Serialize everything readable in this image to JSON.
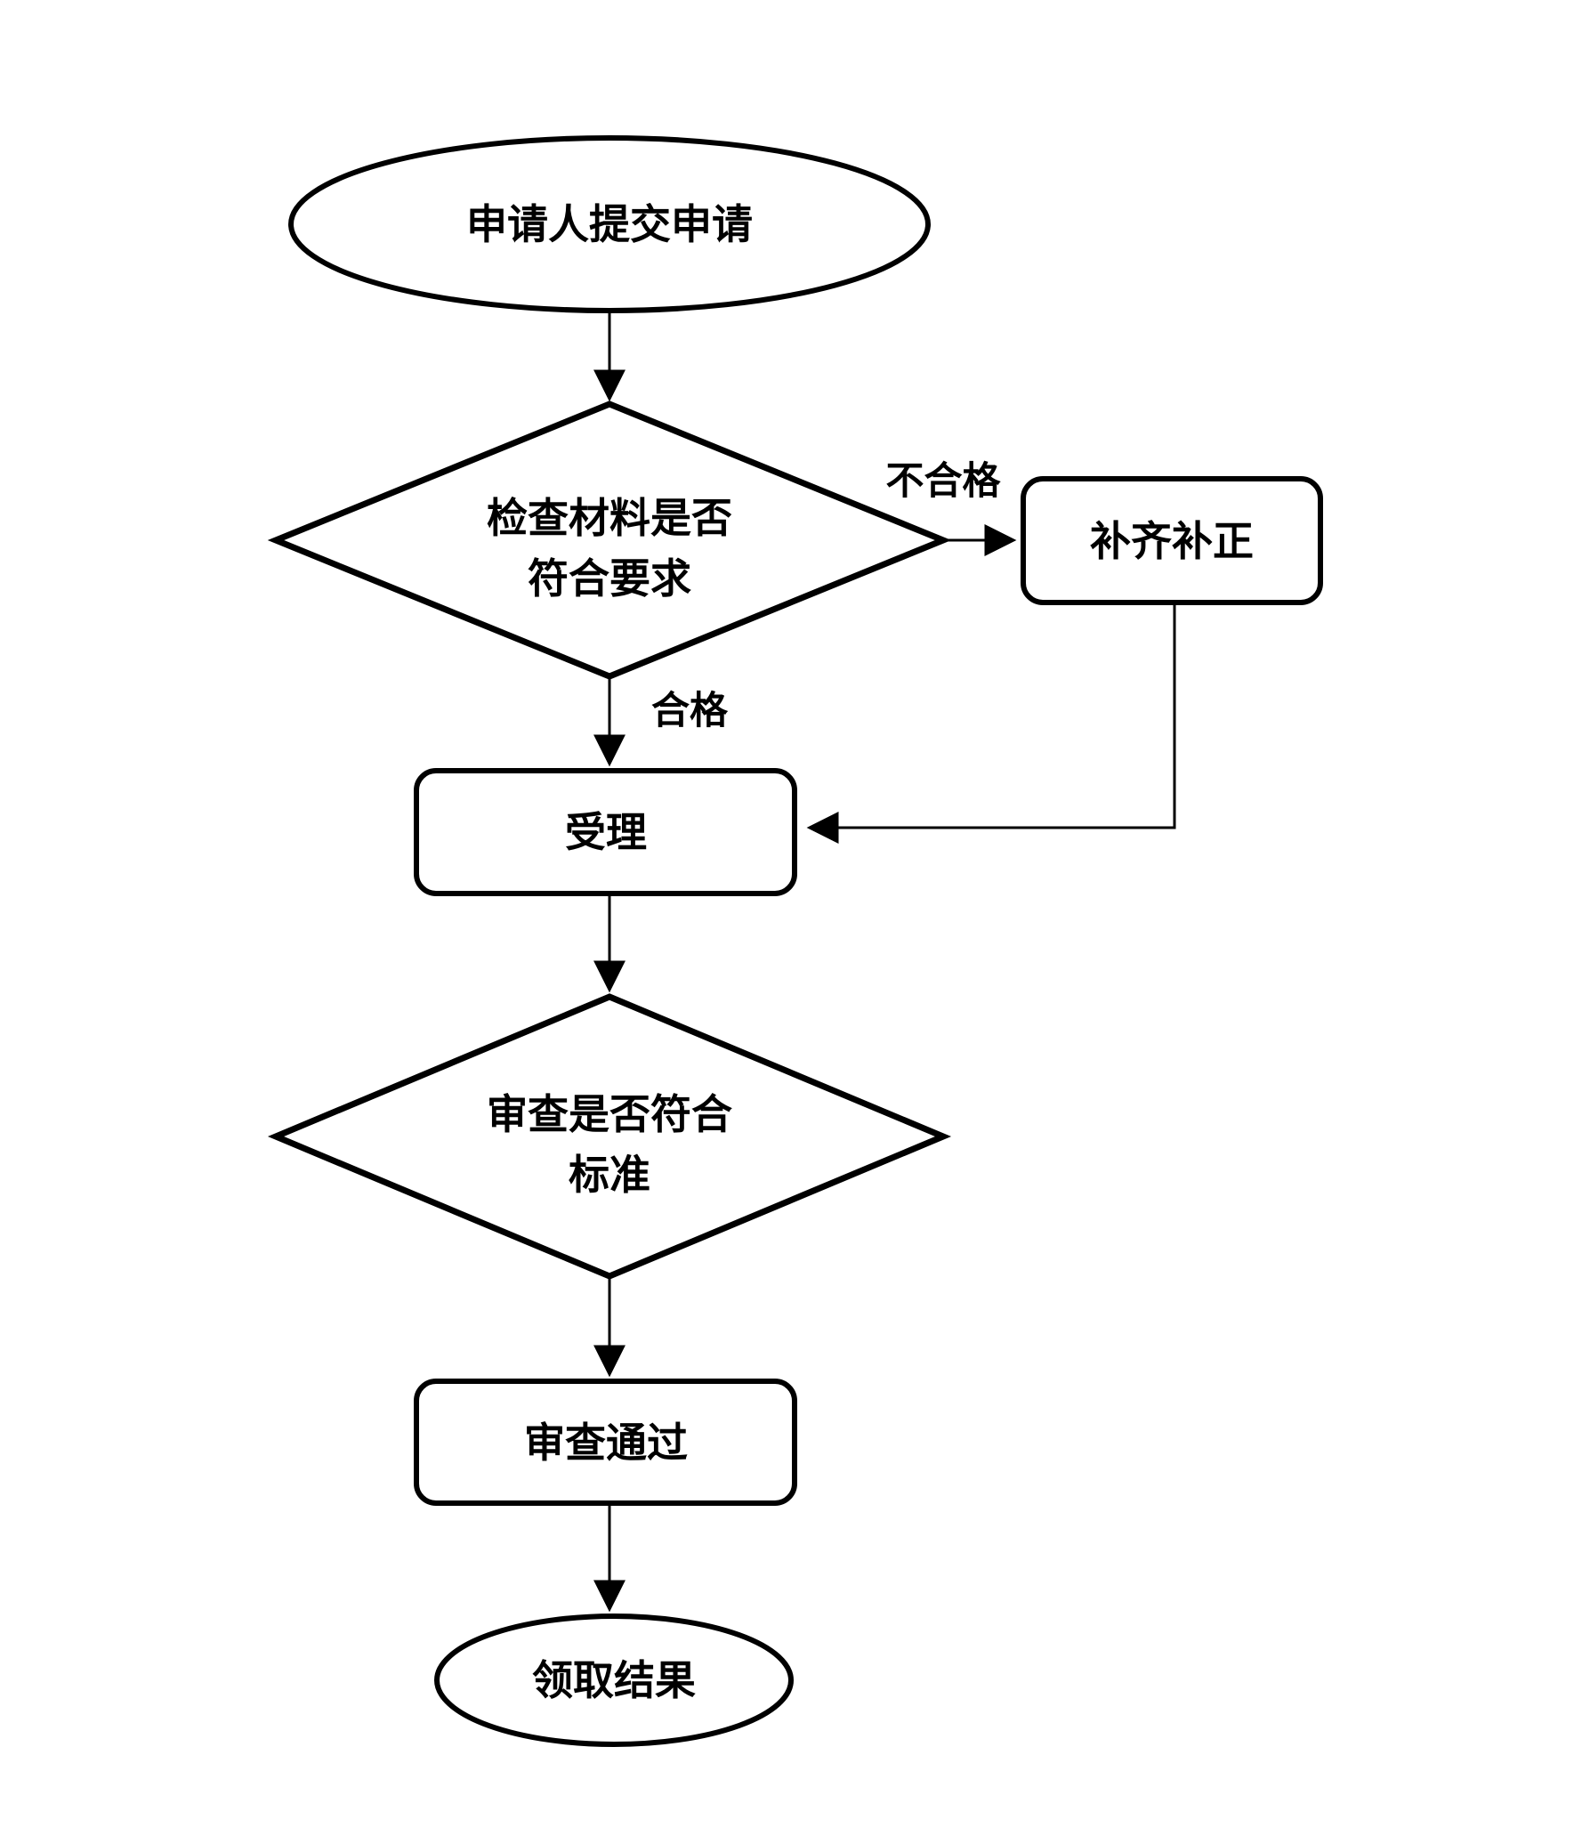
{
  "diagram": {
    "background_color": "#ffffff",
    "line_color": "#000000",
    "shape_fill_color": "#ffffff",
    "text_color": "#000000",
    "nodes": {
      "start": {
        "type": "ellipse",
        "label": "申请人提交申请"
      },
      "check": {
        "type": "diamond",
        "label_line1": "检查材料是否",
        "label_line2": "符合要求"
      },
      "supplement": {
        "type": "rounded_rect",
        "label": "补齐补正"
      },
      "accept": {
        "type": "rounded_rect",
        "label": "受理"
      },
      "review": {
        "type": "diamond",
        "label_line1": "审查是否符合",
        "label_line2": "标准"
      },
      "pass": {
        "type": "rounded_rect",
        "label": "审查通过"
      },
      "end": {
        "type": "ellipse",
        "label": "领取结果"
      }
    },
    "edge_labels": {
      "unqualified": "不合格",
      "qualified": "合格"
    }
  }
}
